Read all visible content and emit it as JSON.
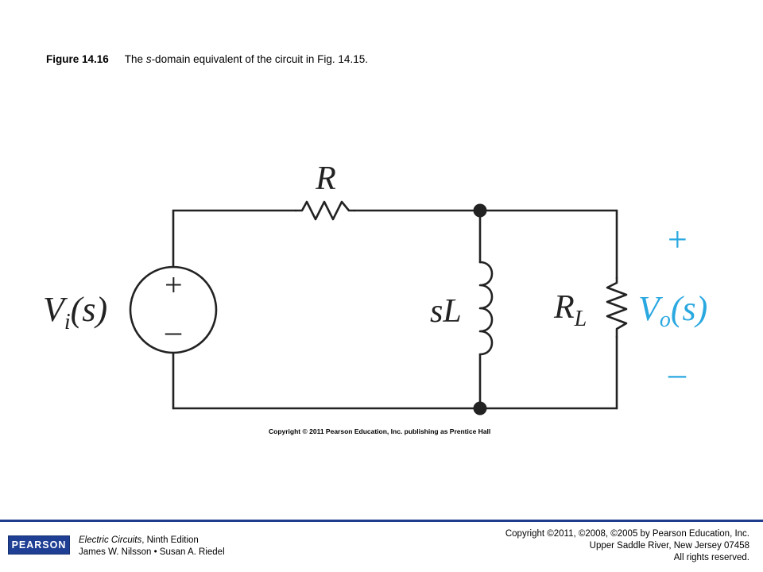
{
  "caption": {
    "label": "Figure 14.16",
    "text_before": "The ",
    "text_italic": "s",
    "text_after": "-domain equivalent of the circuit in Fig. 14.15."
  },
  "circuit": {
    "resistor_label": "R",
    "source_label_main": "V",
    "source_label_sub": "i",
    "source_label_arg": "(s)",
    "source_plus": "+",
    "source_minus": "–",
    "inductor_label": "sL",
    "load_label_main": "R",
    "load_label_sub": "L",
    "output_label_main": "V",
    "output_label_sub": "o",
    "output_label_arg": "(s)",
    "output_plus": "+",
    "output_minus": "–",
    "output_color": "#2aa8e0"
  },
  "diagram_copyright": "Copyright © 2011 Pearson Education, Inc. publishing as Prentice Hall",
  "footer": {
    "logo_text": "PEARSON",
    "book_title": "Electric Circuits",
    "book_edition": ", Ninth Edition",
    "authors": "James W. Nilsson • Susan A. Riedel",
    "rights_line1": "Copyright ©2011, ©2008, ©2005 by Pearson Education, Inc.",
    "rights_line2": "Upper Saddle River, New Jersey 07458",
    "rights_line3": "All rights reserved.",
    "accent_color": "#1f3f94"
  }
}
